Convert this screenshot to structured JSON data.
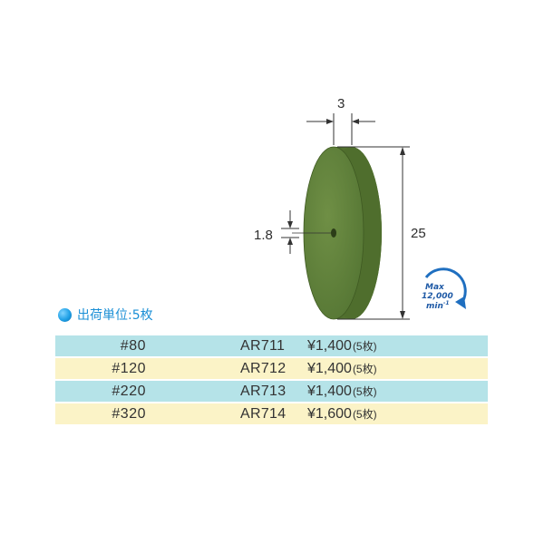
{
  "product": {
    "dimensions": {
      "thickness": "3",
      "bore": "1.8",
      "diameter": "25"
    },
    "speed_badge": {
      "line1": "Max",
      "line2": "12,000",
      "line3": "min",
      "exponent": "-1"
    },
    "colors": {
      "wheel_face": "#5f7e3b",
      "wheel_edge": "#4c6a2a",
      "teal_row": "#b5e3e8",
      "cream_row": "#fbf3c7",
      "accent_blue": "#1a8fd6"
    }
  },
  "unit_note": {
    "icon": "blue-dot-icon",
    "label": "出荷単位:5枚"
  },
  "price_table": {
    "rows": [
      {
        "grit": "#80",
        "code": "AR711",
        "price": "¥1,400",
        "qty": "(5枚)"
      },
      {
        "grit": "#120",
        "code": "AR712",
        "price": "¥1,400",
        "qty": "(5枚)"
      },
      {
        "grit": "#220",
        "code": "AR713",
        "price": "¥1,400",
        "qty": "(5枚)"
      },
      {
        "grit": "#320",
        "code": "AR714",
        "price": "¥1,600",
        "qty": "(5枚)"
      }
    ]
  }
}
